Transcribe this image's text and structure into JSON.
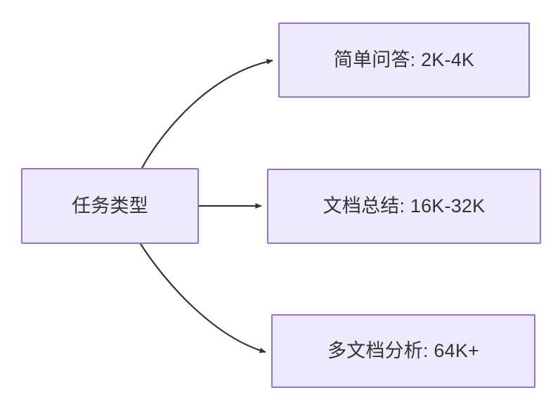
{
  "diagram": {
    "type": "flowchart",
    "direction": "left-to-right",
    "background_color": "#FFFFFF",
    "node_fill_color": "#ECEAFB",
    "node_border_color": "#9373DB",
    "node_text_color": "#333333",
    "edge_color": "#333333",
    "nodes": [
      {
        "id": "source",
        "label": "任务类型"
      },
      {
        "id": "simple",
        "label": "简单问答: 2K-4K"
      },
      {
        "id": "doc",
        "label": "文档总结: 16K-32K"
      },
      {
        "id": "multi",
        "label": "多文档分析: 64K+"
      }
    ],
    "edges": [
      {
        "from": "source",
        "to": "simple",
        "style": "curved",
        "arrow": "arrowhead-icon"
      },
      {
        "from": "source",
        "to": "doc",
        "style": "straight",
        "arrow": "arrowhead-icon"
      },
      {
        "from": "source",
        "to": "multi",
        "style": "curved",
        "arrow": "arrowhead-icon"
      }
    ]
  }
}
